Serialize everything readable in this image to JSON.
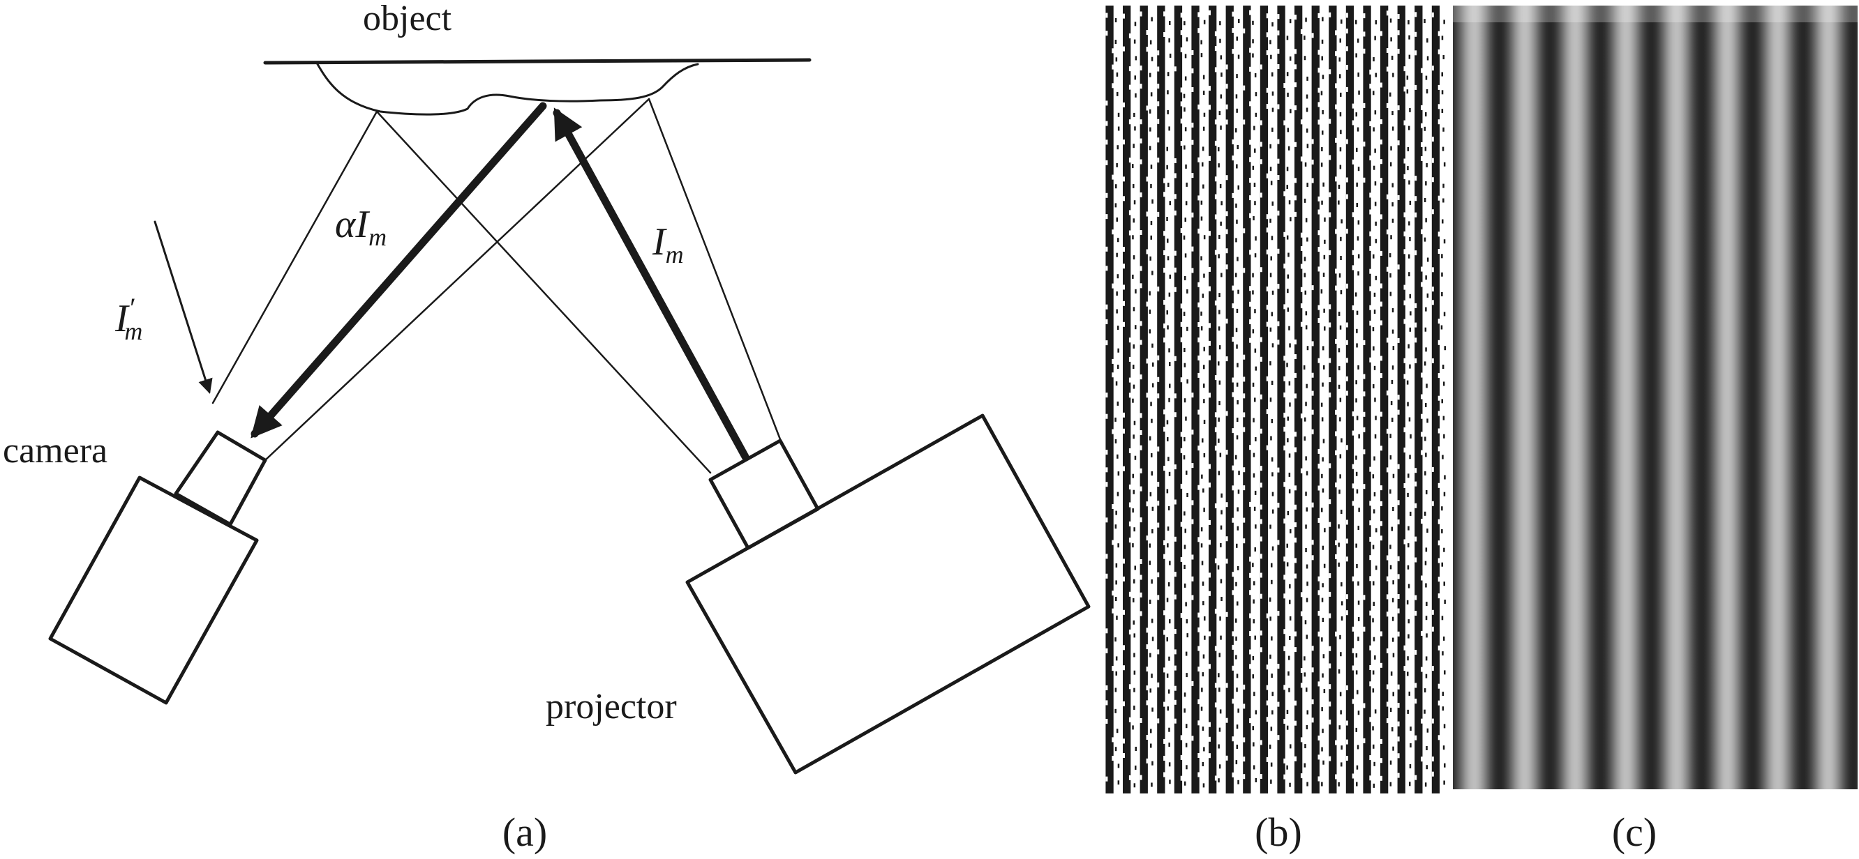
{
  "panels": {
    "a": {
      "caption": "(a)",
      "labels": {
        "object": "object",
        "camera": "camera",
        "projector": "projector"
      },
      "math": {
        "reflected": {
          "coef": "α",
          "base": "I",
          "sub": "m"
        },
        "projected": {
          "base": "I",
          "sub": "m"
        },
        "ambient": {
          "base": "I",
          "prime": "′",
          "sub": "m"
        }
      }
    },
    "b": {
      "caption": "(b)",
      "stripe_count": 20
    },
    "c": {
      "caption": "(c)",
      "fringe_count": 8
    }
  },
  "colors": {
    "ink": "#1a1a1a",
    "fringe_dark": "#262626",
    "fringe_light": "#bdbdbd"
  }
}
